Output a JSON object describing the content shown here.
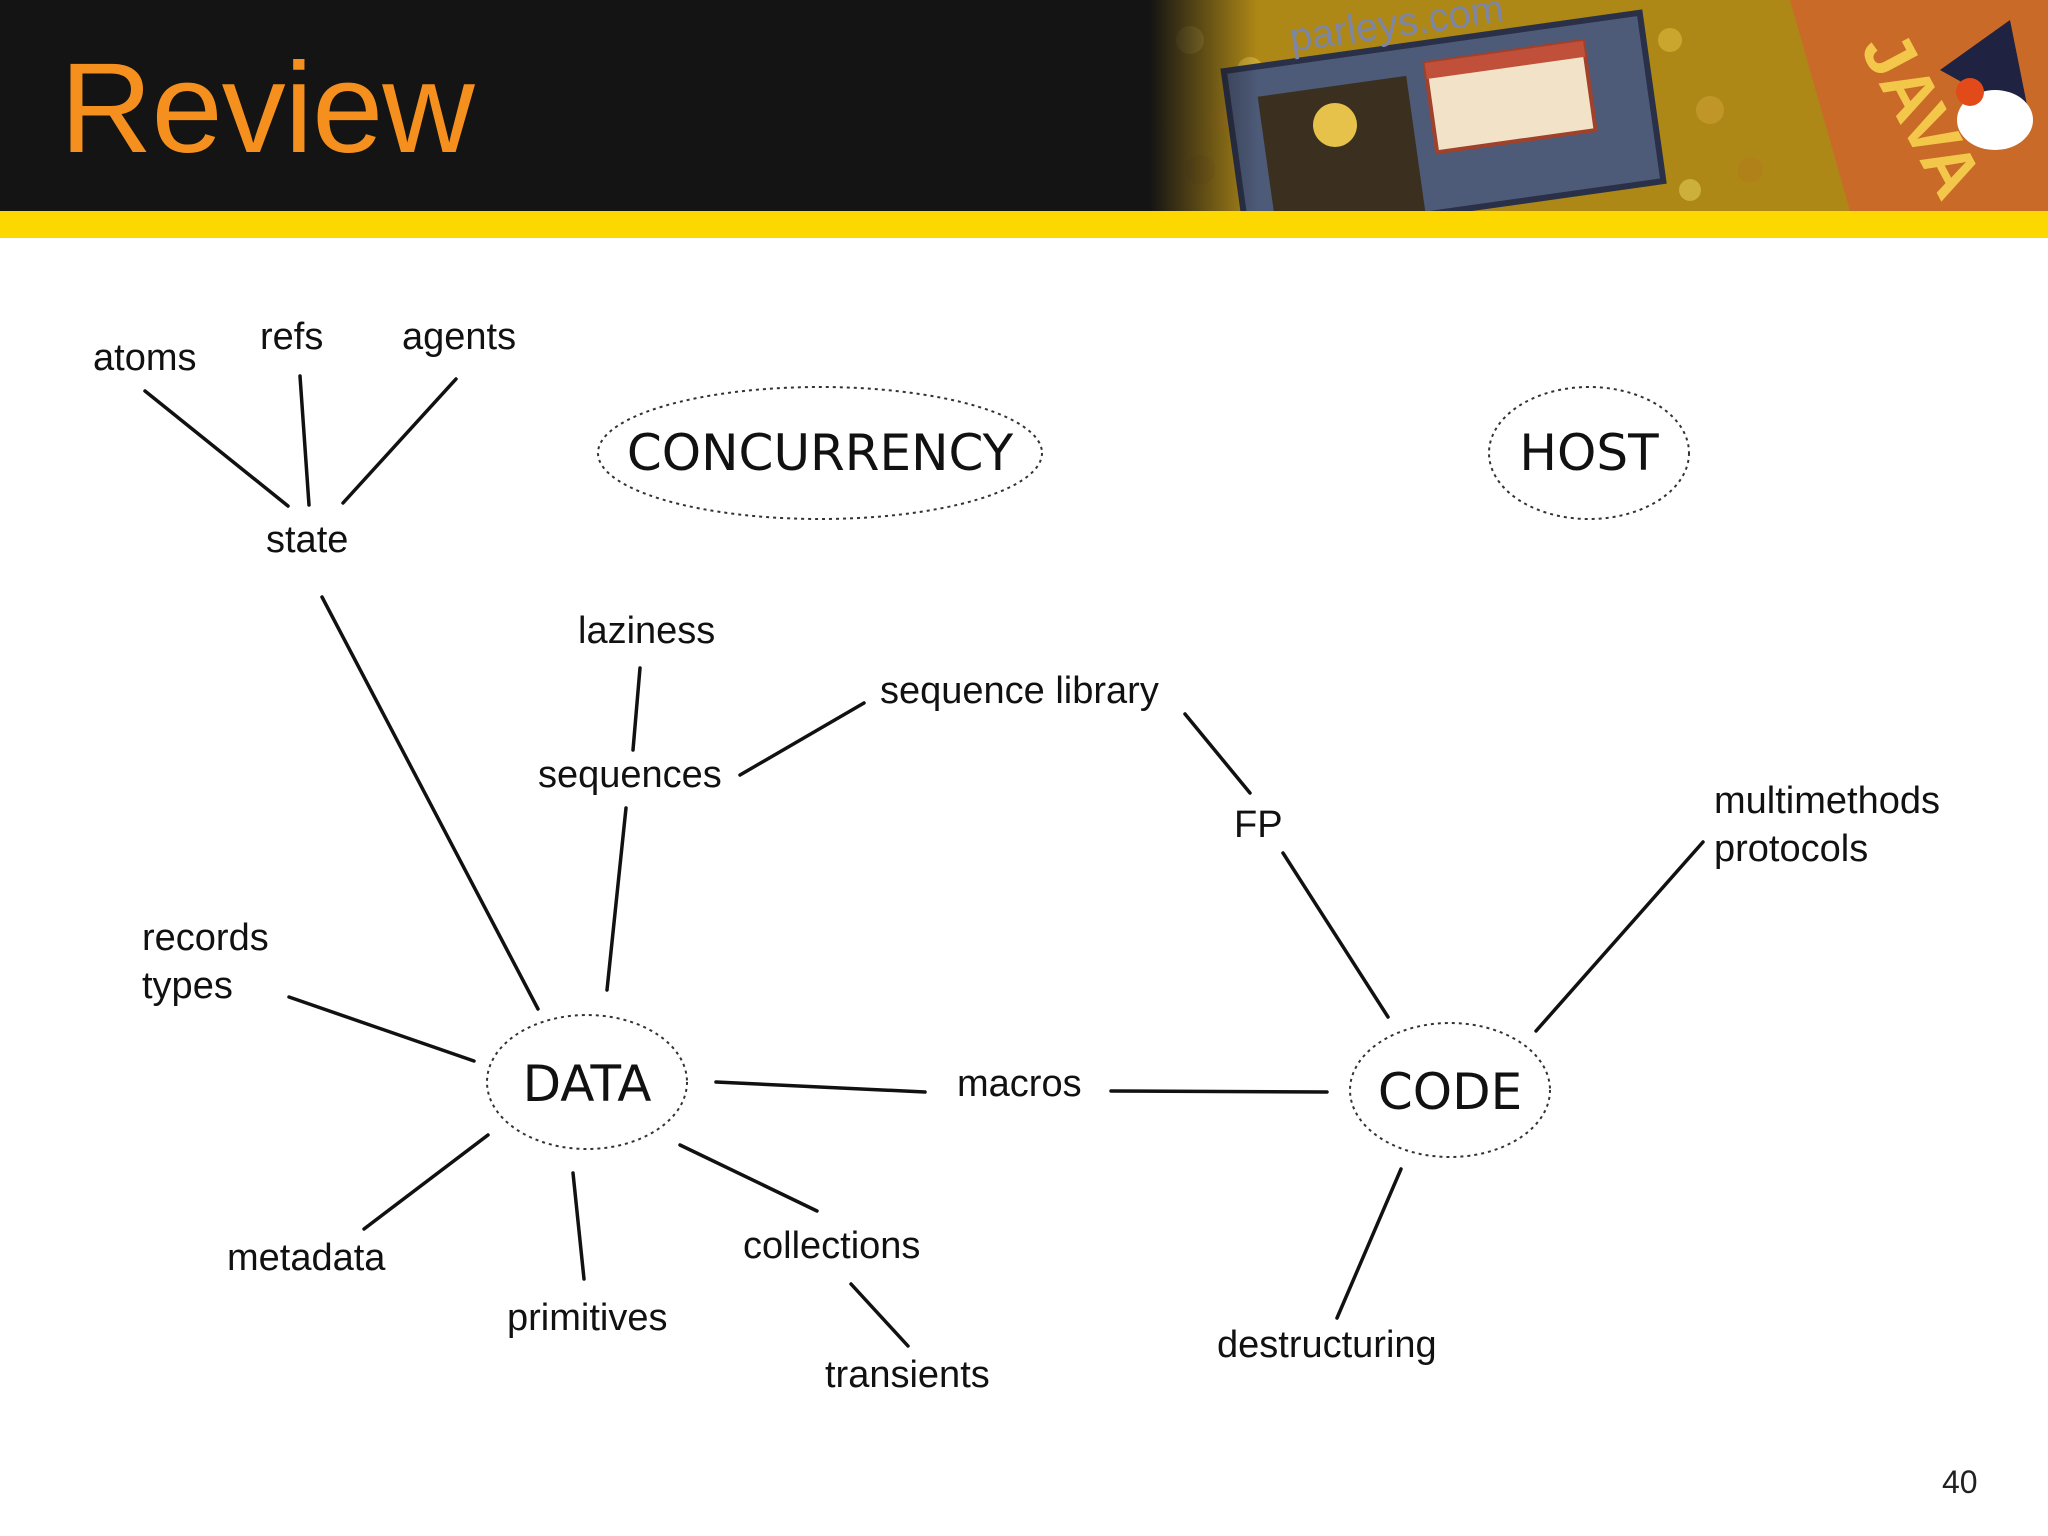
{
  "slide": {
    "title": "Review",
    "page_number": "40",
    "brand_text": "parleys.com",
    "banner_text": "JAVA"
  },
  "colors": {
    "header_bg": "#141414",
    "title": "#f5901e",
    "stripe": "#fcd700"
  },
  "hubs": {
    "data": "DATA",
    "code": "CODE",
    "concurrency": "CONCURRENCY",
    "host": "HOST"
  },
  "labels": {
    "atoms": "atoms",
    "refs": "refs",
    "agents": "agents",
    "state": "state",
    "laziness": "laziness",
    "sequences": "sequences",
    "sequence_library": "sequence library",
    "fp": "FP",
    "multimethods": "multimethods",
    "protocols": "protocols",
    "records": "records",
    "types": "types",
    "macros": "macros",
    "metadata": "metadata",
    "primitives": "primitives",
    "collections": "collections",
    "transients": "transients",
    "destructuring": "destructuring"
  }
}
